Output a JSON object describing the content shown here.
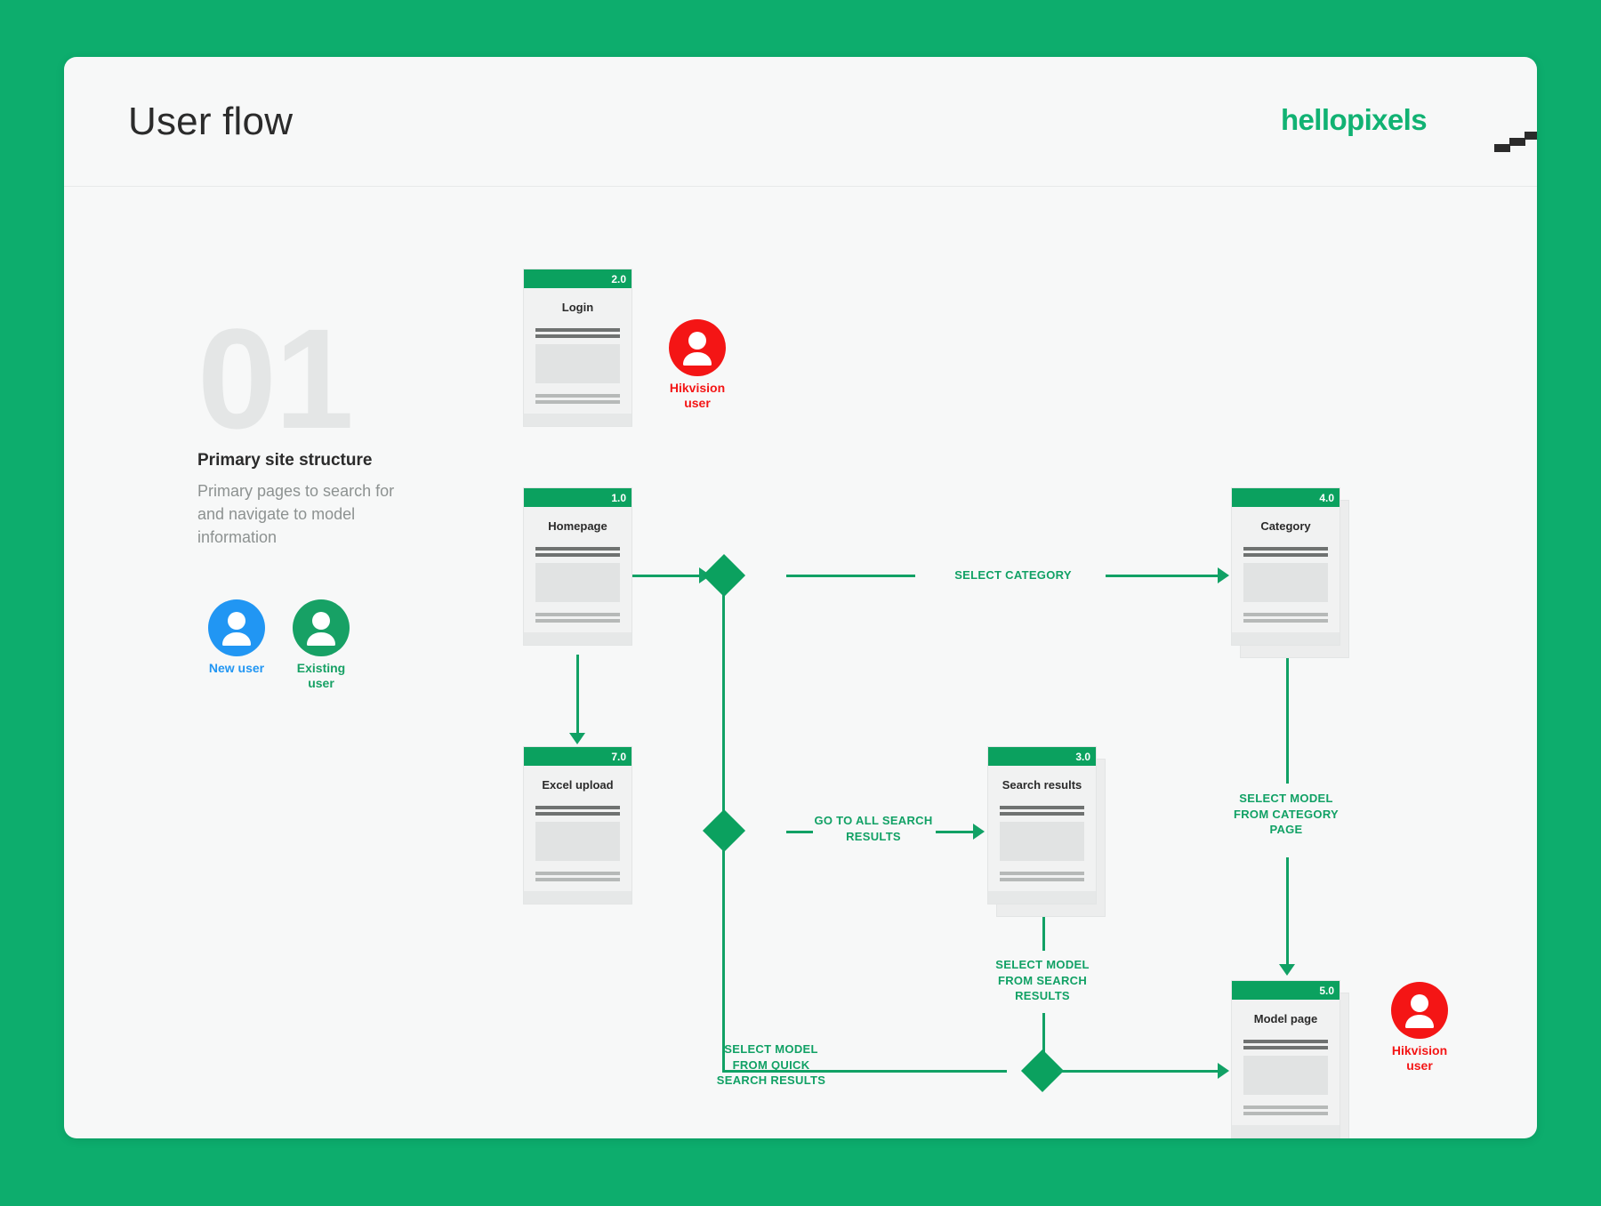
{
  "theme": {
    "background": "#0dad6d",
    "card_background": "#f7f8f8",
    "accent_green": "#11a165",
    "node_bar_green": "#0ba15f",
    "logo_green": "#11b273",
    "new_user_blue": "#2196f3",
    "existing_user_green": "#17a165",
    "hikvision_red": "#f41515",
    "number_grey": "#e4e6e6"
  },
  "header": {
    "title": "User flow",
    "logo_word": "hellopixels",
    "logo_icon": "pixel-stairs-icon"
  },
  "intro": {
    "number": "01",
    "title": "Primary site structure",
    "description": "Primary pages to search for and navigate to model information"
  },
  "personas": [
    {
      "id": "new-user",
      "label": "New user",
      "color": "#2196f3"
    },
    {
      "id": "existing-user",
      "label": "Existing user",
      "color": "#17a165"
    },
    {
      "id": "hikvision-user-login",
      "label": "Hikvision user",
      "color": "#f41515"
    },
    {
      "id": "hikvision-user-model",
      "label": "Hikvision user",
      "color": "#f41515"
    }
  ],
  "nodes": [
    {
      "id": "login",
      "number": "2.0",
      "title": "Login",
      "stacked": false
    },
    {
      "id": "homepage",
      "number": "1.0",
      "title": "Homepage",
      "stacked": false
    },
    {
      "id": "excel-upload",
      "number": "7.0",
      "title": "Excel upload",
      "stacked": false
    },
    {
      "id": "category",
      "number": "4.0",
      "title": "Category",
      "stacked": true
    },
    {
      "id": "search-results",
      "number": "3.0",
      "title": "Search results",
      "stacked": true
    },
    {
      "id": "model-page",
      "number": "5.0",
      "title": "Model page",
      "stacked": true
    }
  ],
  "edges": [
    {
      "id": "select-category",
      "label": "SELECT CATEGORY"
    },
    {
      "id": "go-to-all-search-results",
      "label": "GO TO ALL SEARCH RESULTS"
    },
    {
      "id": "select-model-from-category",
      "label": "SELECT MODEL FROM CATEGORY PAGE"
    },
    {
      "id": "select-model-from-search",
      "label": "SELECT MODEL FROM SEARCH RESULTS"
    },
    {
      "id": "select-model-from-quick",
      "label": "SELECT MODEL FROM QUICK SEARCH RESULTS"
    }
  ]
}
